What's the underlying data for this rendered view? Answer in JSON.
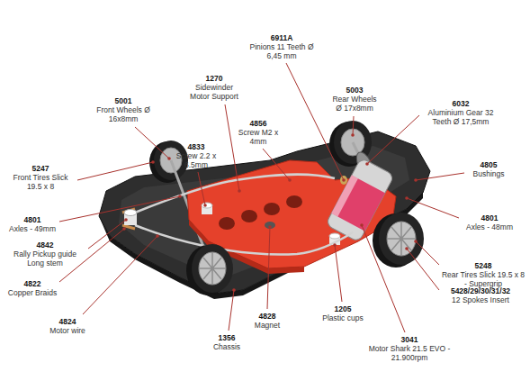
{
  "diagram": {
    "labels": [
      "6911A",
      "Pinions 11 Teeth Ø 6,45 mm",
      "1270",
      "Sidewinder Motor Support",
      "5003",
      "Rear Wheels Ø 17x8mm",
      "5001",
      "Front Wheels Ø 16x8mm",
      "6032",
      "Aluminium Gear 32 Teeth Ø 17,5mm",
      "4856",
      "Screw M2 x 4mm",
      "4833",
      "Screw 2.2 x 6.5mm",
      "4805",
      "Bushings",
      "5247",
      "Front Tires Slick 19.5 x 8",
      "4801",
      "Axles - 48mm",
      "4801",
      "Axles - 49mm",
      "4842",
      "Rally Pickup guide Long stem",
      "5248",
      "Rear Tires Slick 19.5 x 8 - Supergrip",
      "4822",
      "Copper Braids",
      "5428/29/30/31/32",
      "12 Spokes Insert",
      "1205",
      "Plastic cups",
      "4828",
      "Magnet",
      "4824",
      "Motor wire",
      "1356",
      "Chassis",
      "3041",
      "Motor Shark 21.5 EVO - 21.900rpm"
    ]
  }
}
